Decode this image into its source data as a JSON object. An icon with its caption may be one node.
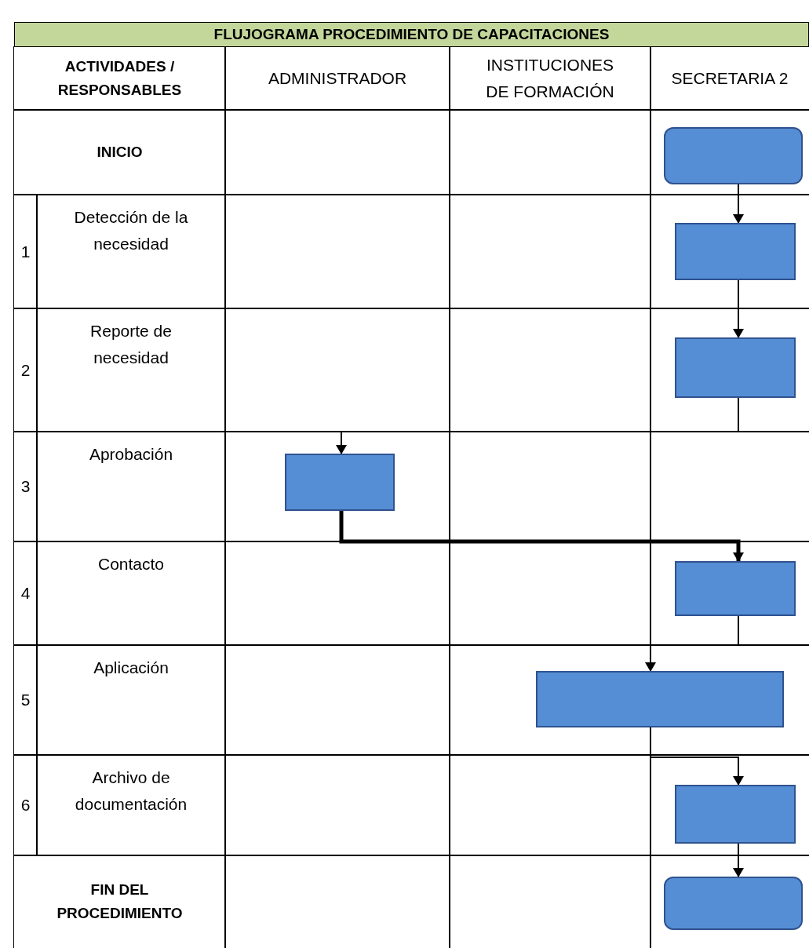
{
  "diagram": {
    "title": "FLUJOGRAMA PROCEDIMIENTO DE CAPACITACIONES",
    "nodes": [
      {
        "text": [],
        "shape": "terminal"
      },
      {
        "text": [],
        "shape": "box"
      },
      {
        "text": [],
        "shape": "box"
      },
      {
        "text": [],
        "shape": "box"
      },
      {
        "text": [],
        "shape": "box"
      },
      {
        "text": [],
        "shape": "box"
      },
      {
        "text": [],
        "shape": "box"
      },
      {
        "text": [],
        "shape": "terminal"
      }
    ],
    "edges": [
      {
        "from": 0,
        "to": 1,
        "arrow": "to"
      },
      {
        "from": 1,
        "to": 2,
        "arrow": "to"
      },
      {
        "from": 2,
        "to": 3,
        "arrow": "to"
      },
      {
        "from": 3,
        "to": 4,
        "arrow": "to",
        "style": "thick"
      },
      {
        "from": 4,
        "to": 5,
        "arrow": "to"
      },
      {
        "from": 5,
        "to": 6,
        "arrow": "to"
      },
      {
        "from": 6,
        "to": 7,
        "arrow": "to"
      }
    ],
    "labels": [
      "ACTIVIDADES / RESPONSABLES",
      "ADMINISTRADOR",
      "INSTITUCIONES DE FORMACIÓN",
      "SECRETARIA 2",
      "INICIO",
      "1",
      "Detección de la necesidad",
      "2",
      "Reporte de necesidad",
      "3",
      "Aprobación",
      "4",
      "Contacto",
      "5",
      "Aplicación",
      "6",
      "Archivo de documentación",
      "FIN DEL PROCEDIMIENTO"
    ]
  }
}
